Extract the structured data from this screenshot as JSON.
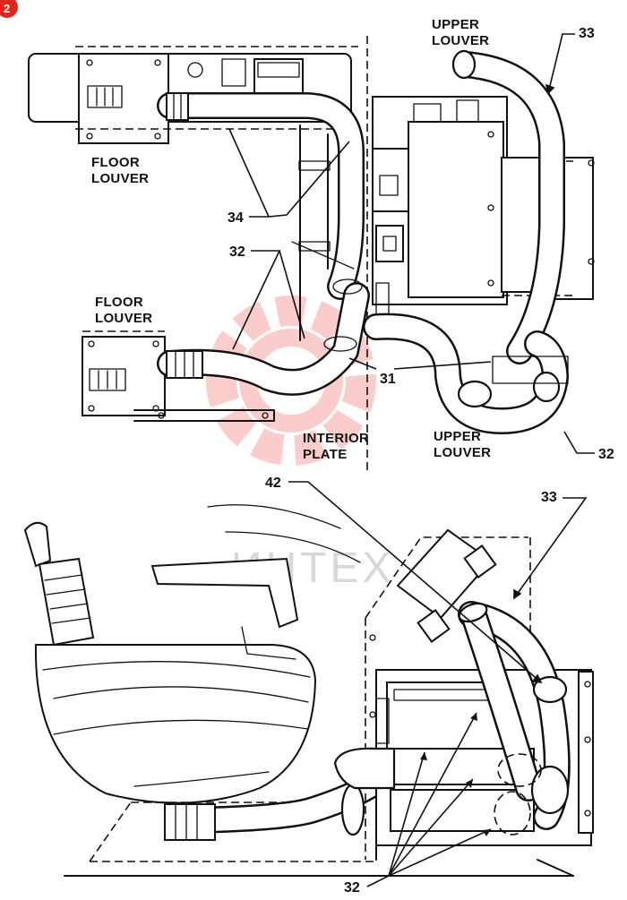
{
  "badge": {
    "number": "2",
    "color": "#e0261c"
  },
  "watermark": {
    "text": "ИНТЕХ",
    "color": "#f04a4a"
  },
  "labels": {
    "upper_louver_top": [
      "UPPER",
      "LOUVER"
    ],
    "upper_louver_bottom": [
      "UPPER",
      "LOUVER"
    ],
    "floor_louver_top": [
      "FLOOR",
      "LOUVER"
    ],
    "floor_louver_mid": [
      "FLOOR",
      "LOUVER"
    ],
    "interior_plate": [
      "INTERIOR",
      "PLATE"
    ]
  },
  "callouts": {
    "c33_top": "33",
    "c34": "34",
    "c32_left": "32",
    "c31": "31",
    "c32_right": "32",
    "c42": "42",
    "c33_bottom": "33",
    "c32_bottom": "32"
  }
}
